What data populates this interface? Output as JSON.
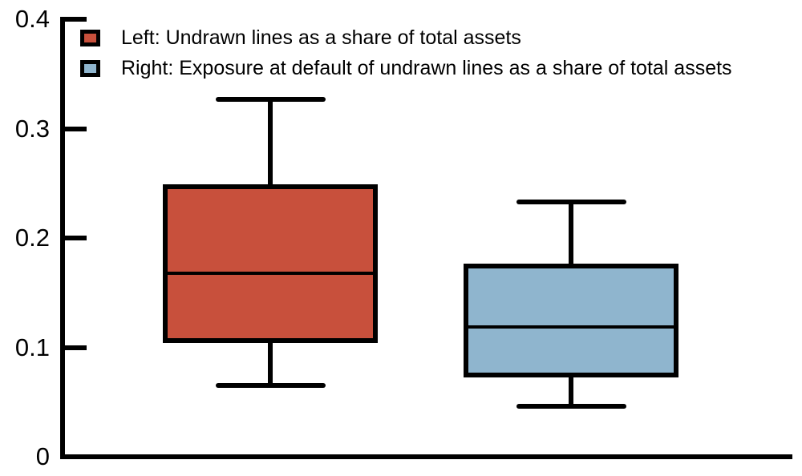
{
  "chart_data": {
    "type": "boxplot",
    "title": "",
    "xlabel": "",
    "ylabel": "",
    "ylim": [
      0,
      0.4
    ],
    "yticks": [
      0,
      0.1,
      0.2,
      0.3,
      0.4
    ],
    "ytick_labels": [
      "0",
      "0.1",
      "0.2",
      "0.3",
      "0.4"
    ],
    "grid": false,
    "legend_position": "top-left-inside",
    "legend": [
      {
        "label": "Left: Undrawn lines as a share of total assets",
        "color": "#C8503C"
      },
      {
        "label": "Right: Exposure at default of undrawn lines as a share of total assets",
        "color": "#8FB5CE"
      }
    ],
    "series": [
      {
        "name": "Undrawn lines as a share of total assets",
        "position": "left",
        "color": "#C8503C",
        "whisker_low": 0.065,
        "q1": 0.106,
        "median": 0.168,
        "q3": 0.247,
        "whisker_high": 0.327
      },
      {
        "name": "Exposure at default of undrawn lines as a share of total assets",
        "position": "right",
        "color": "#8FB5CE",
        "whisker_low": 0.046,
        "q1": 0.075,
        "median": 0.119,
        "q3": 0.174,
        "whisker_high": 0.233
      }
    ]
  }
}
